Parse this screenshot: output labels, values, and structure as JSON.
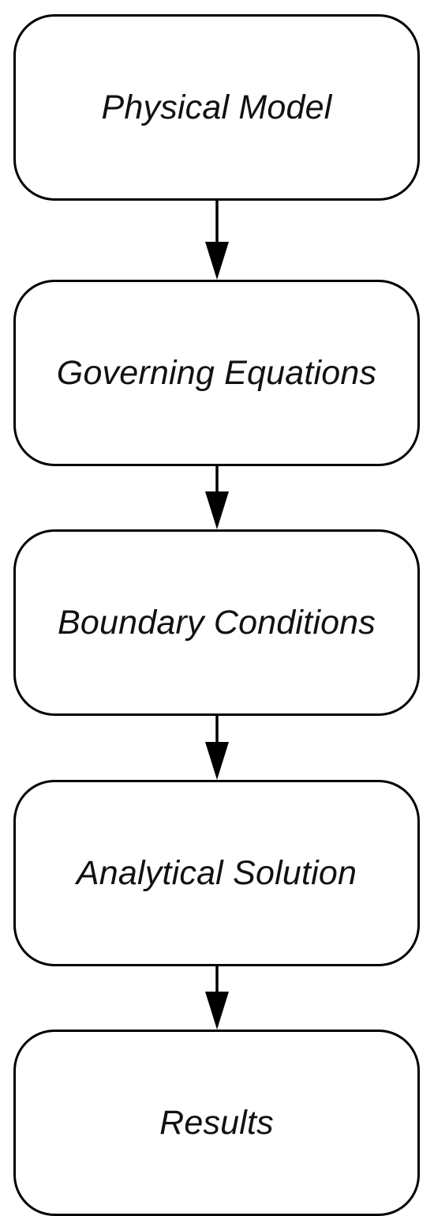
{
  "diagram": {
    "steps": [
      {
        "label": "Physical Model"
      },
      {
        "label": "Governing Equations"
      },
      {
        "label": "Boundary Conditions"
      },
      {
        "label": "Analytical Solution"
      },
      {
        "label": "Results"
      }
    ],
    "colors": {
      "stroke": "#000000",
      "text": "#111111",
      "background": "#ffffff"
    }
  }
}
